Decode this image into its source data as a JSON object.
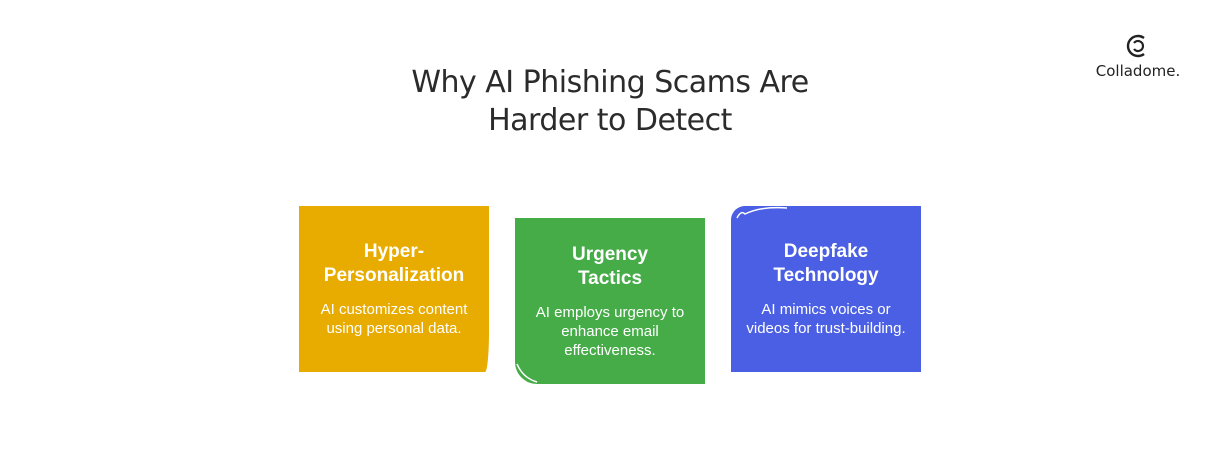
{
  "title": [
    "Why AI Phishing Scams Are",
    "Harder to Detect"
  ],
  "logo": "Colladome.",
  "cards": [
    {
      "title": "Hyper-Personalization",
      "title_lines": [
        "Hyper-",
        "Personalization"
      ],
      "text": "AI customizes content using personal data.",
      "color": "#E8AB00"
    },
    {
      "title": "Urgency Tactics",
      "title_lines": [
        "Urgency",
        "Tactics"
      ],
      "text": "AI employs urgency to enhance email effectiveness.",
      "color": "#46AC48"
    },
    {
      "title": "Deepfake Technology",
      "title_lines": [
        "Deepfake",
        "Technology"
      ],
      "text": "AI mimics voices or videos for trust-building.",
      "color": "#4A5FE3"
    }
  ]
}
